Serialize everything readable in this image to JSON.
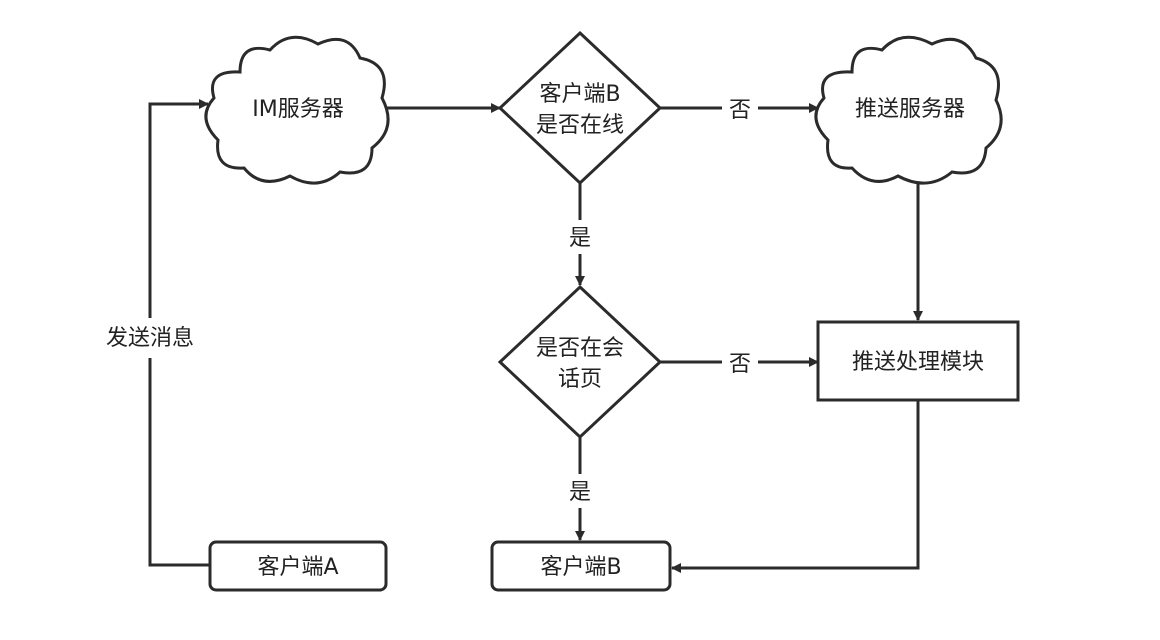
{
  "diagram": {
    "nodes": {
      "im_server": {
        "label": "IM服务器"
      },
      "online_check": {
        "label_line1": "客户端B",
        "label_line2": "是否在线"
      },
      "push_server": {
        "label": "推送服务器"
      },
      "session_check": {
        "label_line1": "是否在会",
        "label_line2": "话页"
      },
      "push_module": {
        "label": "推送处理模块"
      },
      "client_a": {
        "label": "客户端A"
      },
      "client_b": {
        "label": "客户端B"
      }
    },
    "edges": {
      "send_message": {
        "label": "发送消息"
      },
      "online_no": {
        "label": "否"
      },
      "online_yes": {
        "label": "是"
      },
      "session_no": {
        "label": "否"
      },
      "session_yes": {
        "label": "是"
      }
    }
  }
}
